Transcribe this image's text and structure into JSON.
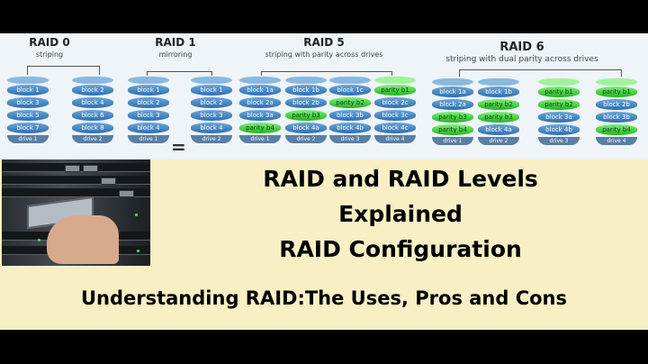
{
  "raid_levels": [
    {
      "name": "RAID 0",
      "desc": "striping"
    },
    {
      "name": "RAID 1",
      "desc": "mirroring"
    },
    {
      "name": "RAID 5",
      "desc": "striping with parity across drives"
    },
    {
      "name": "RAID 6",
      "desc": "striping with dual parity across drives"
    }
  ],
  "drives": [
    {
      "blocks": [
        "block 1",
        "block 3",
        "block 5",
        "block 7"
      ],
      "parity": [
        false,
        false,
        false,
        false
      ],
      "caption": "drive 1"
    },
    {
      "blocks": [
        "block 2",
        "block 4",
        "block 6",
        "block 8"
      ],
      "parity": [
        false,
        false,
        false,
        false
      ],
      "caption": "drive 2"
    },
    {
      "blocks": [
        "block 1",
        "block 2",
        "block 3",
        "block 4"
      ],
      "parity": [
        false,
        false,
        false,
        false
      ],
      "caption": "drive 1"
    },
    {
      "blocks": [
        "block 1",
        "block 2",
        "block 3",
        "block 4"
      ],
      "parity": [
        false,
        false,
        false,
        false
      ],
      "caption": "drive 2"
    },
    {
      "blocks": [
        "block 1a",
        "block 2a",
        "block 3a",
        "parity b4"
      ],
      "parity": [
        false,
        false,
        false,
        true
      ],
      "caption": "drive 1"
    },
    {
      "blocks": [
        "block 1b",
        "block 2b",
        "parity b3",
        "block 4a"
      ],
      "parity": [
        false,
        false,
        true,
        false
      ],
      "caption": "drive 2"
    },
    {
      "blocks": [
        "block 1c",
        "parity b2",
        "block 3b",
        "block 4b"
      ],
      "parity": [
        false,
        true,
        false,
        false
      ],
      "caption": "drive 3"
    },
    {
      "blocks": [
        "parity b1",
        "block 2c",
        "block 3c",
        "block 4c"
      ],
      "parity": [
        true,
        false,
        false,
        false
      ],
      "caption": "drive 4"
    },
    {
      "blocks": [
        "block 1a",
        "block 2a",
        "parity b3",
        "parity b4"
      ],
      "parity": [
        false,
        false,
        true,
        true
      ],
      "caption": "drive 1"
    },
    {
      "blocks": [
        "block 1b",
        "parity b2",
        "parity b3",
        "block 4a"
      ],
      "parity": [
        false,
        true,
        true,
        false
      ],
      "caption": "drive 2"
    },
    {
      "blocks": [
        "parity b1",
        "parity b2",
        "block 3a",
        "block 4b"
      ],
      "parity": [
        true,
        true,
        false,
        false
      ],
      "caption": "drive 3"
    },
    {
      "blocks": [
        "parity b1",
        "block 2b",
        "block 3b",
        "parity b4"
      ],
      "parity": [
        true,
        false,
        false,
        true
      ],
      "caption": "drive 4"
    }
  ],
  "equals_sign": "=",
  "headline": {
    "line1": "RAID and RAID Levels",
    "line2": "Explained",
    "line3": "RAID Configuration"
  },
  "subtitle": "Understanding RAID:The Uses, Pros and Cons",
  "colors": {
    "data_block": "#3a7fc0",
    "parity_block": "#2fc62b",
    "panel_bg": "#f8f0c4",
    "letterbox": "#000000"
  }
}
